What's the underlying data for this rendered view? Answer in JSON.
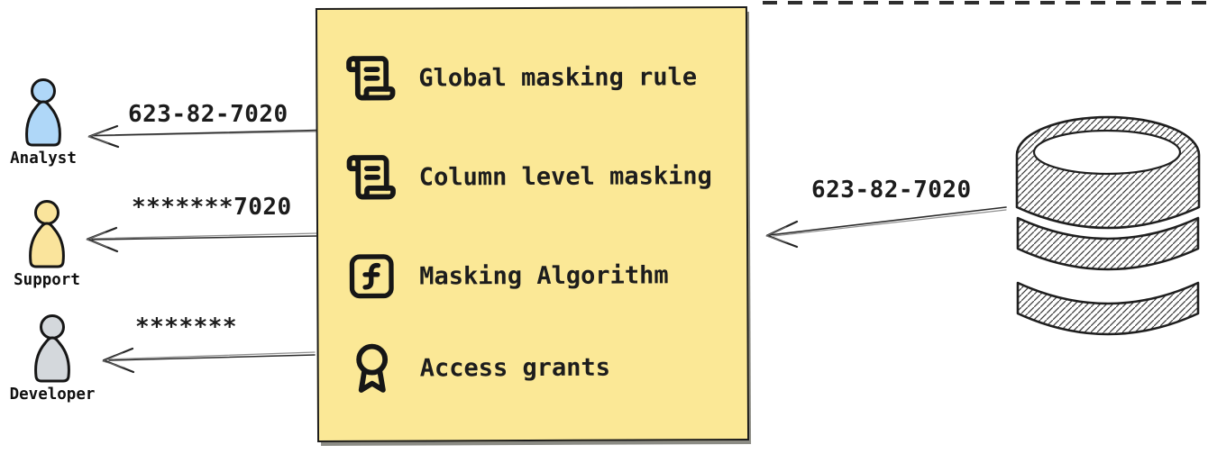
{
  "masking_box": {
    "items": [
      {
        "icon": "scroll-text-icon",
        "label": "Global masking rule"
      },
      {
        "icon": "scroll-text-icon",
        "label": "Column level masking"
      },
      {
        "icon": "function-square-icon",
        "label": "Masking Algorithm"
      },
      {
        "icon": "award-icon",
        "label": "Access grants"
      }
    ],
    "fill_color": "#FBE896",
    "border_color": "#1C1C1C"
  },
  "source": {
    "name": "Database",
    "value": "623-82-7020"
  },
  "consumers": [
    {
      "role": "Analyst",
      "received_value": "623-82-7020",
      "color": "#AFD7F8"
    },
    {
      "role": "Support",
      "received_value": "*******7020",
      "color": "#FAE49C"
    },
    {
      "role": "Developer",
      "received_value": "*******",
      "color": "#D4D8DC"
    }
  ]
}
